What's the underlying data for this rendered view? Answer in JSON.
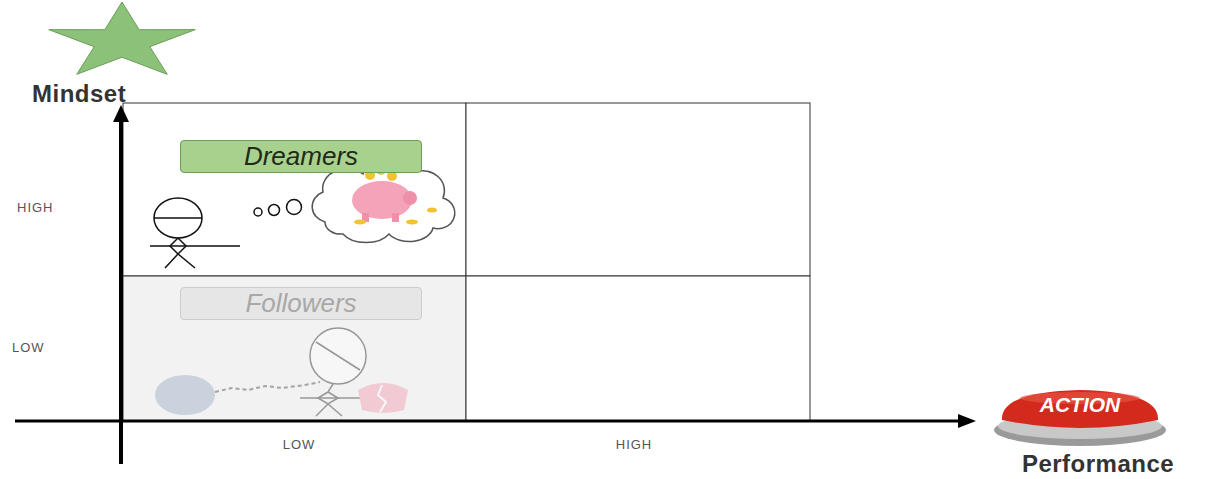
{
  "diagram": {
    "nodes": [
      {
        "text": [
          "Dreamers"
        ]
      },
      {
        "text": [
          "Followers"
        ]
      }
    ],
    "labels": [
      "Mindset",
      "HIGH",
      "LOW",
      "LOW",
      "HIGH",
      "ACTION",
      "Performance"
    ]
  }
}
